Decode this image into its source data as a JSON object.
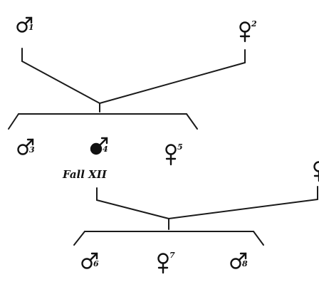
{
  "caption": "Fall XII",
  "individuals": [
    {
      "number": "1",
      "sex": "male",
      "affected": false
    },
    {
      "number": "2",
      "sex": "female",
      "affected": false
    },
    {
      "number": "3",
      "sex": "male",
      "affected": false
    },
    {
      "number": "4",
      "sex": "male",
      "affected": true
    },
    {
      "number": "5",
      "sex": "female",
      "affected": false
    },
    {
      "number": "6",
      "sex": "male",
      "affected": false
    },
    {
      "number": "7",
      "sex": "female",
      "affected": false
    },
    {
      "number": "8",
      "sex": "male",
      "affected": false
    }
  ],
  "colors": {
    "ink": "#111111",
    "background": "#ffffff"
  }
}
